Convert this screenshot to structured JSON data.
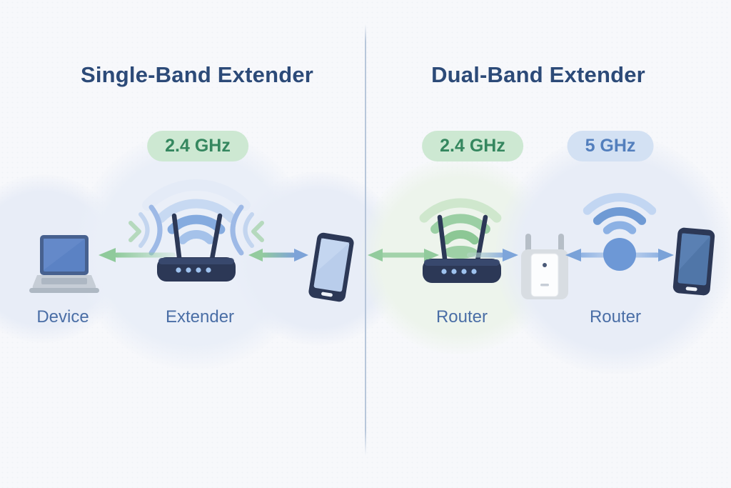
{
  "page": {
    "background": "#f7f8fb",
    "divider_color": "#b7c6da"
  },
  "left_panel": {
    "title": "Single-Band Extender",
    "badges": [
      {
        "label": "2.4 GHz",
        "bg": "#cde8d2",
        "text_color": "#35875f"
      }
    ],
    "labels": {
      "device": "Device",
      "extender": "Extender"
    }
  },
  "right_panel": {
    "title": "Dual-Band Extender",
    "badges": [
      {
        "label": "2.4 GHz",
        "bg": "#cde8d2",
        "text_color": "#35875f"
      },
      {
        "label": "5 GHz",
        "bg": "#d3e1f3",
        "text_color": "#537fbd"
      }
    ],
    "labels": {
      "router_near": "Router",
      "router_far": "Router"
    }
  },
  "colors": {
    "title_text": "#2c4a78",
    "label_text": "#4a6ea6",
    "wifi_blue": "#85abdf",
    "wifi_blue_light": "#c7d9f2",
    "wifi_green": "#8cc795",
    "wifi_green_light": "#cfe7cd",
    "arrow_green": "#8fca9b",
    "arrow_blue": "#7da3d8",
    "device_navy": "#2c3856",
    "laptop_screen": "#5b82c4",
    "phone_screen_left": "#b9cdeb",
    "phone_screen_right": "#5076a8",
    "plug_body": "#d8dde2"
  },
  "icons": {
    "laptop": "laptop-icon",
    "extender_router": "router-icon",
    "router": "router-icon",
    "smartphone": "smartphone-icon",
    "wall_plug_extender": "wall-plug-extender-icon",
    "wifi_blue": "wifi-signal-icon",
    "wifi_green": "wifi-signal-icon",
    "arrow_left": "arrow-left-icon",
    "double_arrow": "double-arrow-icon"
  }
}
